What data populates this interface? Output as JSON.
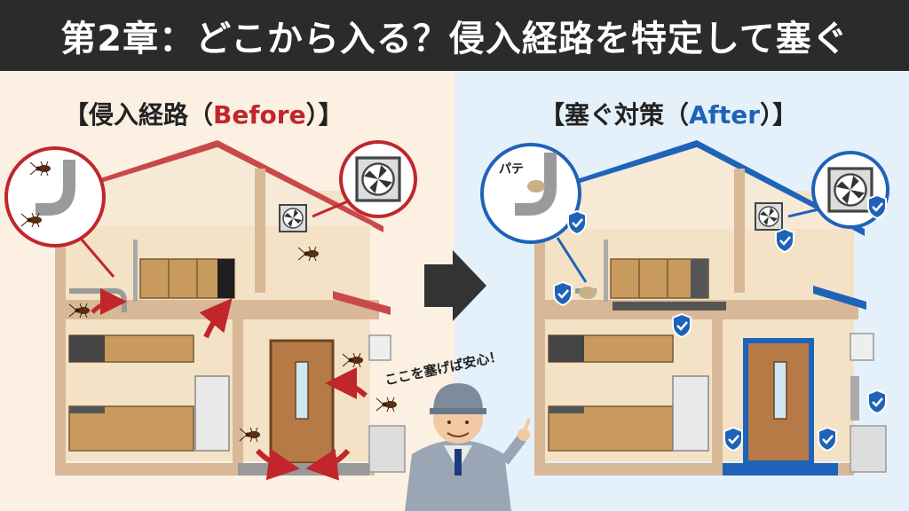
{
  "title": "第2章：どこから入る？侵入経路を特定して塞ぐ",
  "left_panel": {
    "heading_prefix": "【侵入経路（",
    "heading_keyword": "Before",
    "heading_suffix": "）】"
  },
  "right_panel": {
    "heading_prefix": "【塞ぐ対策（",
    "heading_keyword": "After",
    "heading_suffix": "）】",
    "putty_label": "パテ"
  },
  "speech_bubble": "ここを塞げば安心！",
  "colors": {
    "title_bg": "#2b2b2b",
    "before_accent": "#c0262b",
    "after_accent": "#1e63b8",
    "left_bg": "#fbf0e2",
    "right_bg": "#e5f1fa"
  },
  "icons": [
    "cockroach-icon",
    "red-arrow-icon",
    "shield-check-icon",
    "right-arrow-icon",
    "exhaust-fan-icon",
    "drain-pipe-icon"
  ]
}
